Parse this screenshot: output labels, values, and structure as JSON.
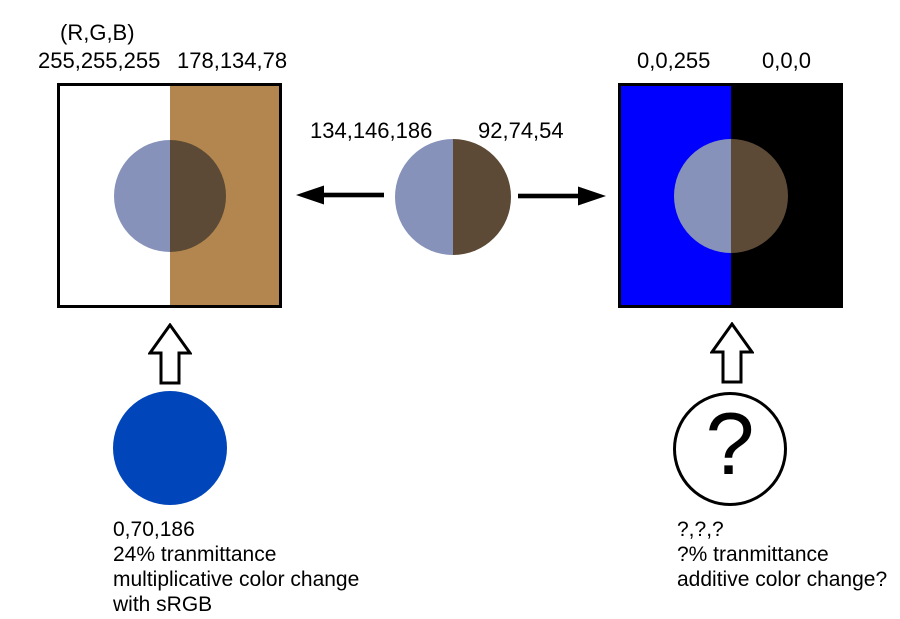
{
  "header": {
    "rgb_label": "(R,G,B)"
  },
  "left_panel": {
    "left_value": "255,255,255",
    "right_value": "178,134,78",
    "left_color": "#ffffff",
    "right_color": "#b2864e",
    "circle_left_color": "#8692ba",
    "circle_right_color": "#5c4a36"
  },
  "filter_circle": {
    "left_value": "134,146,186",
    "right_value": "92,74,54",
    "left_color": "#8692ba",
    "right_color": "#5c4a36"
  },
  "right_panel": {
    "left_value": "0,0,255",
    "right_value": "0,0,0",
    "left_color": "#0000ff",
    "right_color": "#000000",
    "circle_left_color": "#8692ba",
    "circle_right_color": "#5c4a36"
  },
  "known_filter": {
    "circle_color": "#0046ba",
    "lines": [
      "0,70,186",
      "24% tranmittance",
      "multiplicative color change",
      "with sRGB"
    ]
  },
  "unknown_filter": {
    "question_mark": "?",
    "lines": [
      "?,?,?",
      "?% tranmittance",
      "additive color change?"
    ]
  }
}
